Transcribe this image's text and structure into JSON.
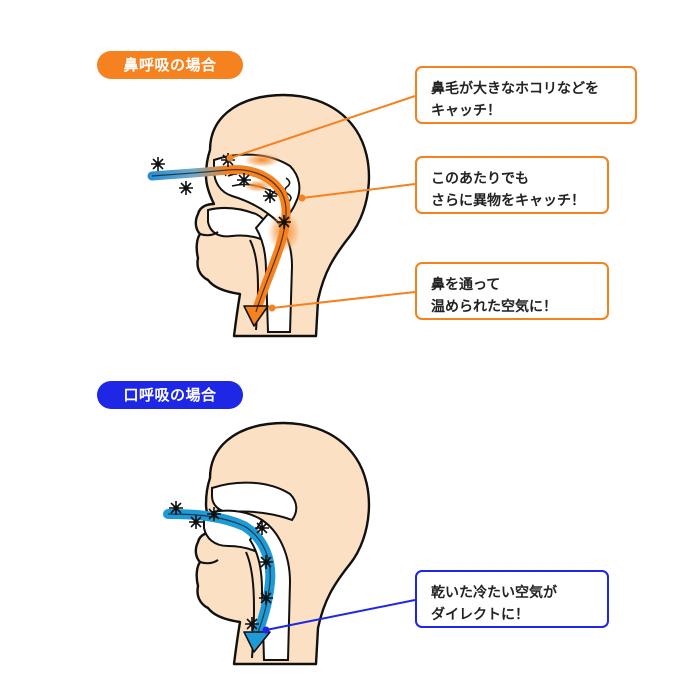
{
  "colors": {
    "nose_accent": "#f5811f",
    "mouth_accent": "#1e27e6",
    "skin": "#fbe0c4",
    "outline": "#111111",
    "cold_air": "#1e9ad6",
    "warm_air": "#f5811f"
  },
  "nose_section": {
    "label": "鼻呼吸の場合",
    "callouts": [
      {
        "line1": "鼻毛が大きなホコリなどを",
        "line2": "キャッチ！"
      },
      {
        "line1": "このあたりでも",
        "line2": "さらに異物をキャッチ！"
      },
      {
        "line1": "鼻を通って",
        "line2": "温められた空気に！"
      }
    ]
  },
  "mouth_section": {
    "label": "口呼吸の場合",
    "callouts": [
      {
        "line1": "乾いた冷たい空気が",
        "line2": "ダイレクトに！"
      }
    ]
  },
  "icons": [
    "dust-particle-icon",
    "air-flow-arrow-icon"
  ]
}
